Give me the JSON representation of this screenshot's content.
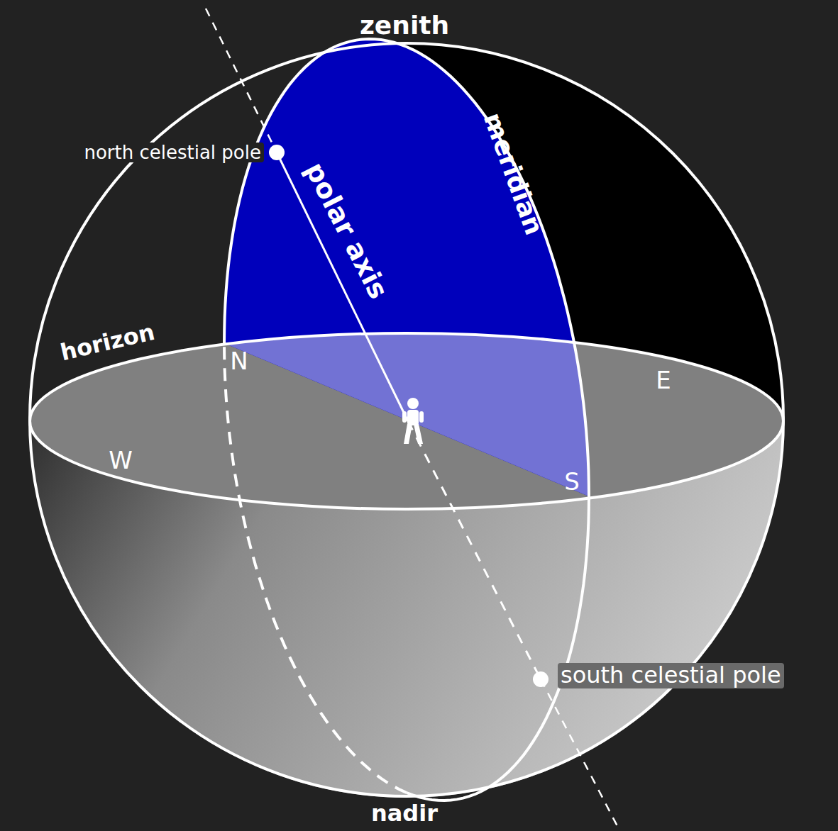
{
  "diagram": {
    "labels": [
      "zenith",
      "north celestial pole",
      "meridian",
      "polar axis",
      "horizon",
      "N",
      "E",
      "W",
      "S",
      "south celestial pole",
      "nadir"
    ]
  }
}
